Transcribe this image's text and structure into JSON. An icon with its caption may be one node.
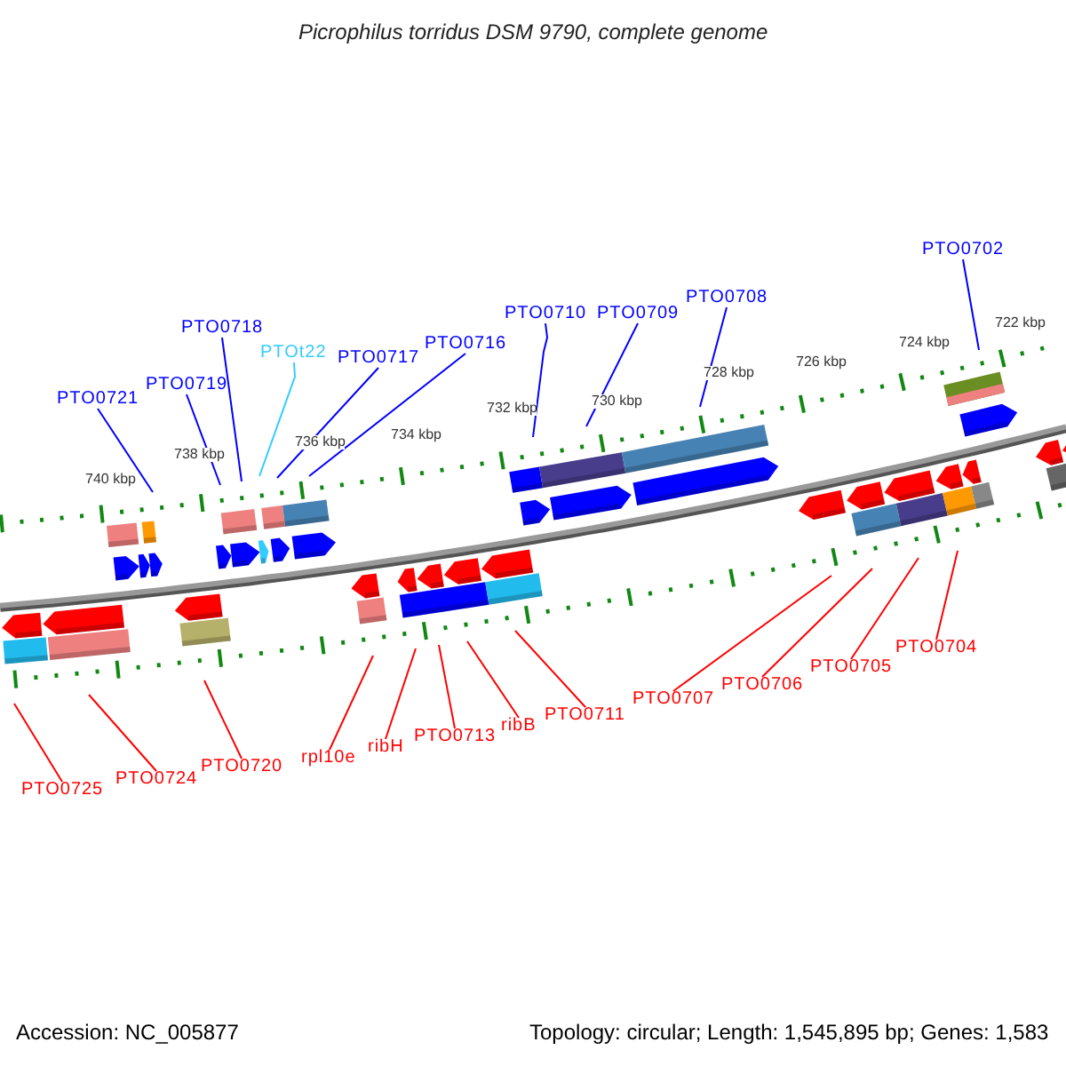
{
  "diagram": {
    "title": "Picrophilus torridus DSM 9790, complete genome",
    "nodes": [
      {
        "text": [
          "PTO0721"
        ]
      },
      {
        "text": [
          "PTO0719"
        ]
      },
      {
        "text": [
          "PTO0718"
        ]
      },
      {
        "text": [
          "PTOt22"
        ]
      },
      {
        "text": [
          "PTO0717"
        ]
      },
      {
        "text": [
          "PTO0716"
        ]
      },
      {
        "text": [
          "PTO0710"
        ]
      },
      {
        "text": [
          "PTO0709"
        ]
      },
      {
        "text": [
          "PTO0708"
        ]
      },
      {
        "text": [
          "PTO0702"
        ]
      },
      {
        "text": [
          "PTO0725"
        ]
      },
      {
        "text": [
          "PTO0724"
        ]
      },
      {
        "text": [
          "PTO0720"
        ]
      },
      {
        "text": [
          "rpl10e"
        ]
      },
      {
        "text": [
          "ribH"
        ]
      },
      {
        "text": [
          "PTO0713"
        ]
      },
      {
        "text": [
          "ribB"
        ]
      },
      {
        "text": [
          "PTO0711"
        ]
      },
      {
        "text": [
          "PTO0707"
        ]
      },
      {
        "text": [
          "PTO0706"
        ]
      },
      {
        "text": [
          "PTO0705"
        ]
      },
      {
        "text": [
          "PTO0704"
        ]
      }
    ],
    "edges": [
      {
        "from": 0,
        "to": null,
        "arrow": "none",
        "color": "#0000ff"
      },
      {
        "from": 1,
        "to": null,
        "arrow": "none",
        "color": "#0000ff"
      },
      {
        "from": 2,
        "to": null,
        "arrow": "none",
        "color": "#0000ff"
      },
      {
        "from": 3,
        "to": null,
        "arrow": "none",
        "color": "#33ccff"
      },
      {
        "from": 4,
        "to": null,
        "arrow": "none",
        "color": "#0000ff"
      },
      {
        "from": 5,
        "to": null,
        "arrow": "none",
        "color": "#0000ff"
      },
      {
        "from": 6,
        "to": null,
        "arrow": "none",
        "color": "#0000ff"
      },
      {
        "from": 7,
        "to": null,
        "arrow": "none",
        "color": "#0000ff"
      },
      {
        "from": 8,
        "to": null,
        "arrow": "none",
        "color": "#0000ff"
      },
      {
        "from": 9,
        "to": null,
        "arrow": "none",
        "color": "#0000ff"
      },
      {
        "from": 10,
        "to": null,
        "arrow": "none"
      },
      {
        "from": 11,
        "to": null,
        "arrow": "none"
      },
      {
        "from": 12,
        "to": null,
        "arrow": "none"
      },
      {
        "from": 13,
        "to": null,
        "arrow": "none"
      },
      {
        "from": 14,
        "to": null,
        "arrow": "none"
      },
      {
        "from": 15,
        "to": null,
        "arrow": "none"
      },
      {
        "from": 16,
        "to": null,
        "arrow": "none"
      },
      {
        "from": 17,
        "to": null,
        "arrow": "none"
      },
      {
        "from": 18,
        "to": null,
        "arrow": "none"
      },
      {
        "from": 19,
        "to": null,
        "arrow": "none"
      },
      {
        "from": 20,
        "to": null,
        "arrow": "none"
      },
      {
        "from": 21,
        "to": null,
        "arrow": "none"
      }
    ],
    "labels": [
      "740 kbp",
      "738 kbp",
      "736 kbp",
      "734 kbp",
      "732 kbp",
      "730 kbp",
      "728 kbp",
      "726 kbp",
      "724 kbp",
      "722 kbp",
      "Accession: NC_005877",
      "Topology: circular; Length: 1,545,895 bp; Genes: 1,583"
    ]
  }
}
